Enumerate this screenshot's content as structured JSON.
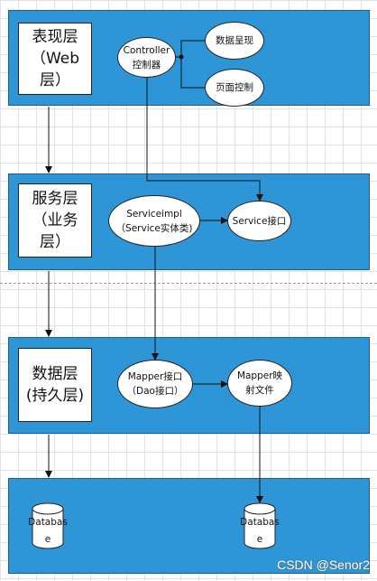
{
  "layers": {
    "web": {
      "label": "表现层\n（Web\n层）"
    },
    "service": {
      "label": "服务层\n（业务\n层）"
    },
    "data": {
      "label": "数据层\n(持久层)"
    }
  },
  "nodes": {
    "controller": "Controller\n控制器",
    "data_display": "数据呈现",
    "page_control": "页面控制",
    "service_impl": "Serviceimpl\n（Service实体类)",
    "service_interface": "Service接口",
    "mapper_interface": "Mapper接口\n（Dao接口）",
    "mapper_file": "Mapper映\n射文件"
  },
  "databases": {
    "left": "Databas\ne",
    "right": "Databas\ne"
  },
  "watermark": "CSDN @Senor2"
}
